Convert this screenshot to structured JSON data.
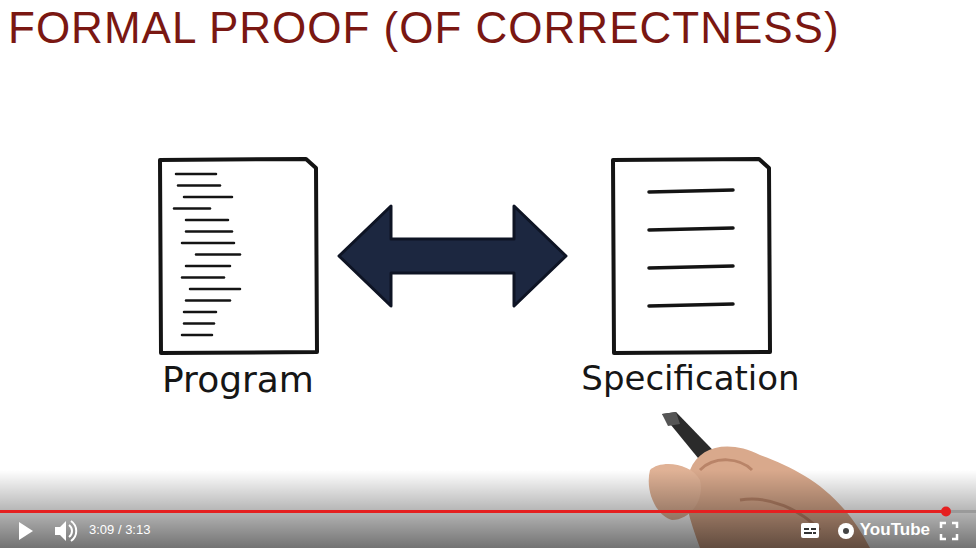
{
  "diagram": {
    "title": "FORMAL PROOF (OF CORRECTNESS)",
    "nodes": [
      {
        "text": [
          "Program"
        ]
      },
      {
        "text": [
          "Specification"
        ]
      }
    ],
    "edges": [
      {
        "from": 0,
        "to": 1,
        "arrow": "both"
      }
    ],
    "labels": [
      "3:09 / 3:13",
      "YouTube"
    ]
  }
}
